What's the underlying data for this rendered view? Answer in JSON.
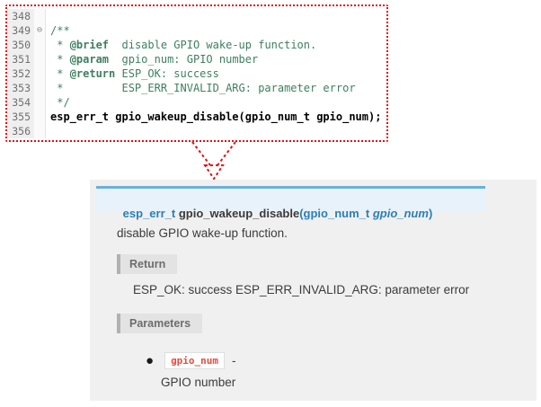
{
  "colors": {
    "frame_red": "#e01010",
    "comment_green": "#3f7f5f",
    "doc_panel_bg": "#f0f0f0",
    "signature_bg": "#e7f2fa",
    "signature_border": "#6ab0de",
    "link_blue": "#2980b9",
    "chip_red": "#e74c3c"
  },
  "code_editor": {
    "lines": [
      {
        "num": "348",
        "fold": "",
        "segments": []
      },
      {
        "num": "349",
        "fold": "⊖",
        "segments": [
          {
            "text": "/**",
            "cls": "comment"
          }
        ]
      },
      {
        "num": "350",
        "fold": "",
        "segments": [
          {
            "text": " * ",
            "cls": "comment"
          },
          {
            "text": "@brief",
            "cls": "tag"
          },
          {
            "text": "  disable GPIO wake-up function.",
            "cls": "comment"
          }
        ]
      },
      {
        "num": "351",
        "fold": "",
        "segments": [
          {
            "text": " * ",
            "cls": "comment"
          },
          {
            "text": "@param",
            "cls": "tag"
          },
          {
            "text": "  gpio_num: GPIO number",
            "cls": "comment"
          }
        ]
      },
      {
        "num": "352",
        "fold": "",
        "segments": [
          {
            "text": " * ",
            "cls": "comment"
          },
          {
            "text": "@return",
            "cls": "tag"
          },
          {
            "text": " ESP_OK: success",
            "cls": "comment"
          }
        ]
      },
      {
        "num": "353",
        "fold": "",
        "segments": [
          {
            "text": " *         ESP_ERR_INVALID_ARG: parameter error",
            "cls": "comment"
          }
        ]
      },
      {
        "num": "354",
        "fold": "",
        "segments": [
          {
            "text": " */",
            "cls": "comment"
          }
        ]
      },
      {
        "num": "355",
        "fold": "",
        "segments": [
          {
            "text": "esp_err_t gpio_wakeup_disable(gpio_num_t gpio_num);",
            "cls": "code-bold"
          }
        ]
      },
      {
        "num": "356",
        "fold": "",
        "segments": []
      }
    ]
  },
  "doc": {
    "signature": {
      "return_type": "esp_err_t ",
      "name": "gpio_wakeup_disable",
      "open_paren": "(",
      "param_type": "gpio_num_t ",
      "param_name": "gpio_num",
      "close_paren": ")"
    },
    "brief": "disable GPIO wake-up function.",
    "return": {
      "label": "Return",
      "text": "ESP_OK: success ESP_ERR_INVALID_ARG: parameter error"
    },
    "parameters": {
      "label": "Parameters",
      "items": [
        {
          "name": "gpio_num",
          "separator": "-",
          "description": "GPIO number"
        }
      ]
    }
  }
}
